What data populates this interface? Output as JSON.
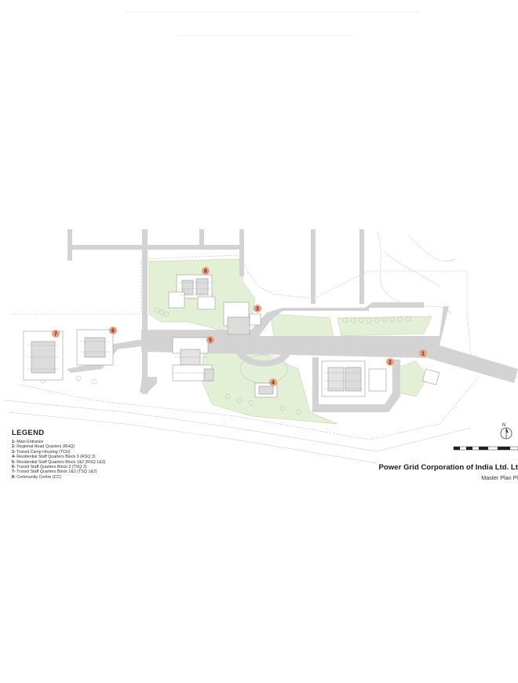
{
  "legend": {
    "title": "LEGEND",
    "items": [
      {
        "num": "1-",
        "label": "Main Entrance"
      },
      {
        "num": "2-",
        "label": "Regional Head Quarters (RHQ)"
      },
      {
        "num": "3-",
        "label": "Transit Camp Housing  (TCH)"
      },
      {
        "num": "4-",
        "label": "Residential Staff Quarters Block 3 (RSQ 3)"
      },
      {
        "num": "5-",
        "label": "Residential Staff Quarters Block 1&2 (RSQ 1&2)"
      },
      {
        "num": "6-",
        "label": "Transit Staff Quarters Block 3 (TSQ 3)"
      },
      {
        "num": "7-",
        "label": "Transit Staff Quarters Block 1&2 (TSQ 1&2)"
      },
      {
        "num": "8-",
        "label": "Community Centre (CC)"
      }
    ]
  },
  "title_block": {
    "project": "Power Grid Corporation of India Ltd. Lt",
    "sheet": "Master Plan  Pl"
  },
  "north_arrow": {
    "label": "N"
  },
  "markers": [
    "1",
    "2",
    "3",
    "4",
    "5",
    "6",
    "7",
    "8"
  ],
  "colors": {
    "road": "#d3d3d3",
    "green": "#e3f0d5",
    "marker": "#e9a07f",
    "building": "#c8c8c8"
  }
}
